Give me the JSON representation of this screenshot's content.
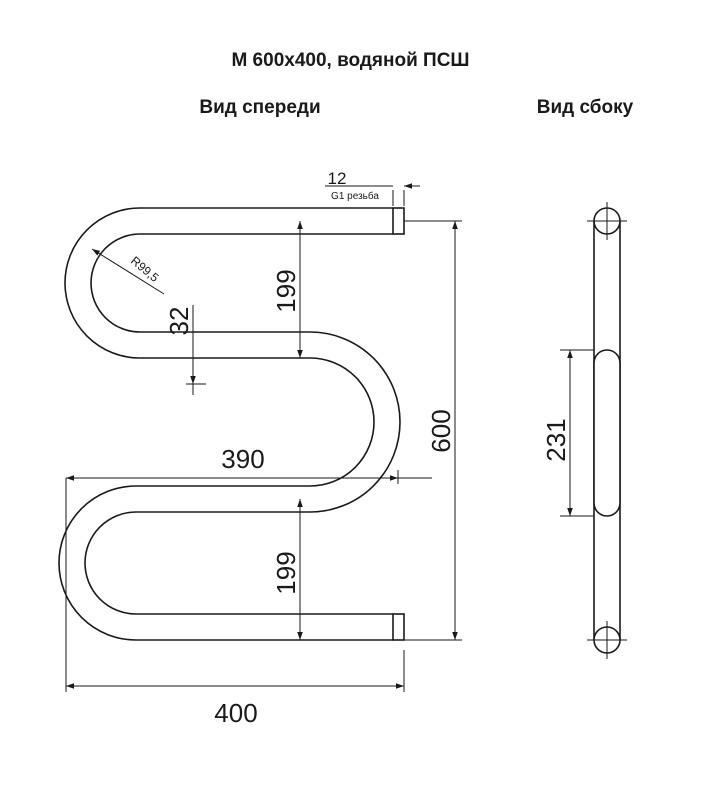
{
  "title": "М 600х400, водяной ПСШ",
  "views": {
    "front": "Вид спереди",
    "side": "Вид сбоку"
  },
  "dimensions": {
    "thread_width": "12",
    "thread_note": "G1 резьба",
    "bend_radius": "R99,5",
    "pipe_diameter": "32",
    "upper_pitch": "199",
    "lower_pitch": "199",
    "total_height": "600",
    "inner_width": "390",
    "total_width": "400",
    "side_offset": "231"
  },
  "colors": {
    "line": "#1a1a1a",
    "background": "#ffffff"
  }
}
